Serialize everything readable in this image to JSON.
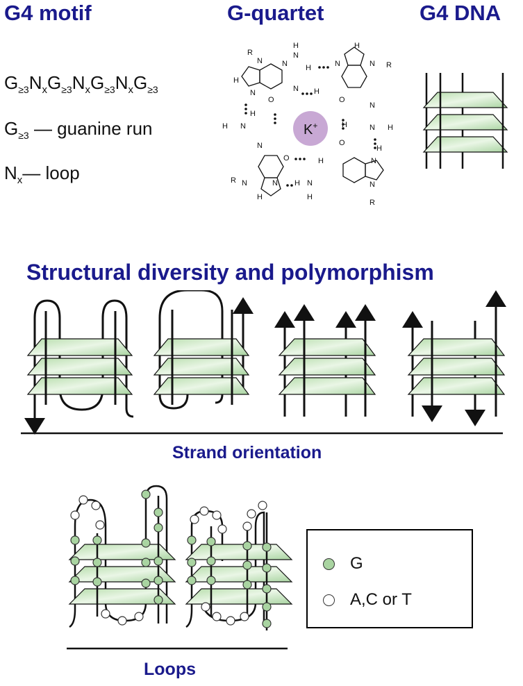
{
  "titles": {
    "g4_motif": "G4 motif",
    "g_quartet": "G-quartet",
    "g4_dna": "G4 DNA",
    "structural": "Structural diversity and polymorphism",
    "strand_orientation": "Strand orientation",
    "loops": "Loops"
  },
  "motif": {
    "g": "G",
    "ge3": "≥3",
    "n": "N",
    "x": "x",
    "guanine_run": " — guanine run",
    "loop": "— loop"
  },
  "quartet": {
    "ion": "K",
    "ion_charge": "+",
    "ion_color": "#c8a8d4"
  },
  "legend": {
    "g_label": "G",
    "other_label": "A,C or T",
    "g_color": "#a9d4a1",
    "other_color": "#ffffff"
  },
  "colors": {
    "title": "#1a1a8c",
    "plane": "#c8e6c0"
  }
}
